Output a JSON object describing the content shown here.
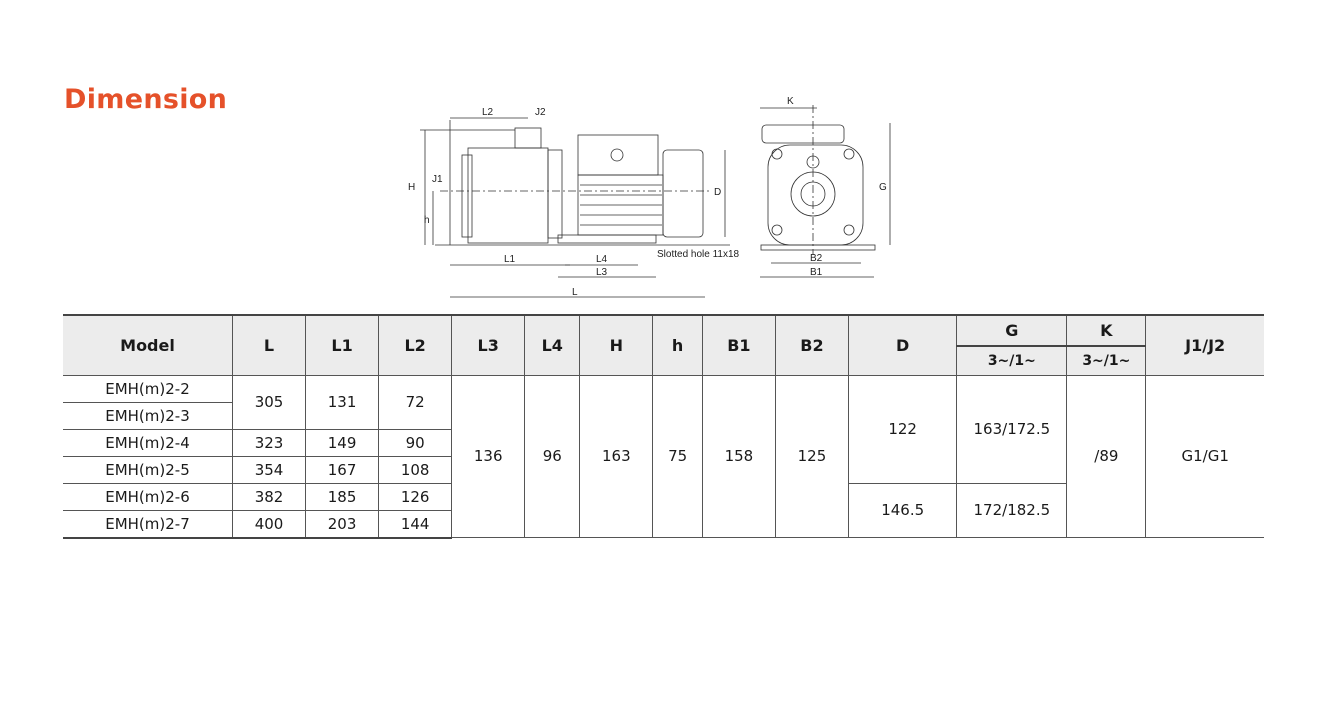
{
  "title": "Dimension",
  "drawing": {
    "labels": {
      "L": "L",
      "L1": "L1",
      "L2": "L2",
      "L3": "L3",
      "L4": "L4",
      "H": "H",
      "h": "h",
      "D": "D",
      "J1": "J1",
      "J2": "J2",
      "K": "K",
      "G": "G",
      "B1": "B1",
      "B2": "B2",
      "slot": "Slotted hole  11x18"
    }
  },
  "table": {
    "headers": [
      "Model",
      "L",
      "L1",
      "L2",
      "L3",
      "L4",
      "H",
      "h",
      "B1",
      "B2",
      "D",
      "G",
      "K",
      "J1/J2"
    ],
    "subheaders": {
      "G": "3~/1~",
      "K": "3~/1~"
    },
    "models": [
      "EMH(m)2-2",
      "EMH(m)2-3",
      "EMH(m)2-4",
      "EMH(m)2-5",
      "EMH(m)2-6",
      "EMH(m)2-7"
    ],
    "L": [
      "305",
      "323",
      "354",
      "382",
      "400"
    ],
    "L1": [
      "131",
      "149",
      "167",
      "185",
      "203"
    ],
    "L2": [
      "72",
      "90",
      "108",
      "126",
      "144"
    ],
    "L3": "136",
    "L4": "96",
    "H": "163",
    "h": "75",
    "B1": "158",
    "B2": "125",
    "D": [
      "122",
      "146.5"
    ],
    "G": [
      "163/172.5",
      "172/182.5"
    ],
    "K": "/89",
    "J": "G1/G1"
  }
}
